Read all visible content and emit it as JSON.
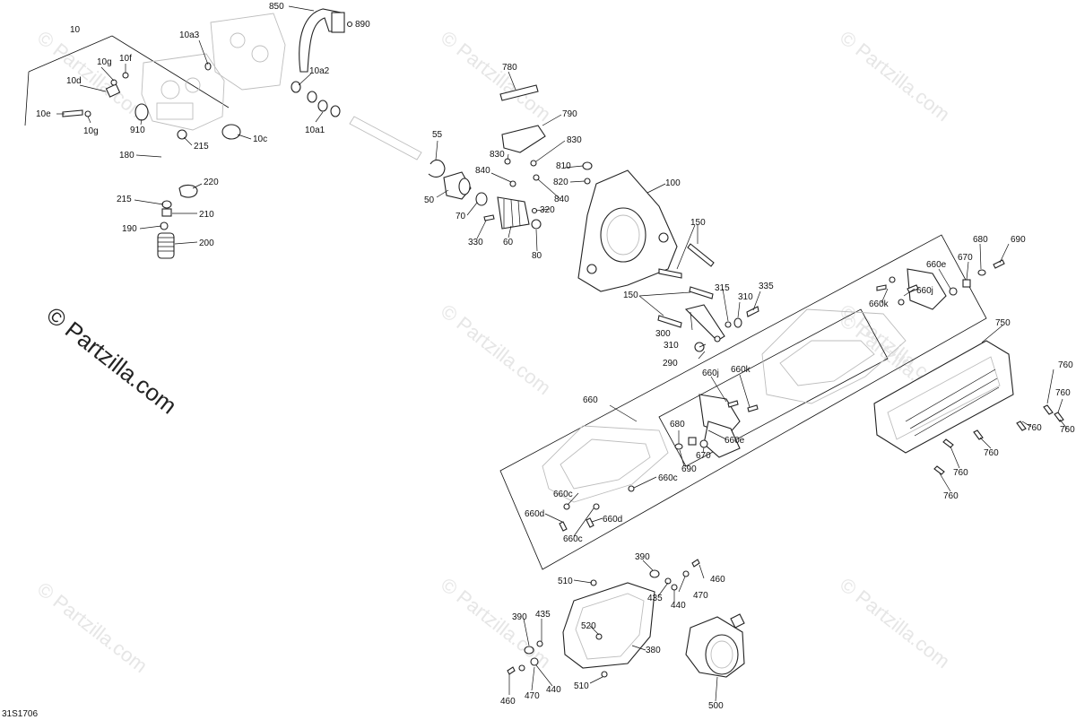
{
  "diagram": {
    "drawing_code": "31S1706",
    "watermarks": [
      "© Partzilla.com",
      "© Partzilla.com",
      "© Partzilla.com",
      "© Partzilla.com",
      "© Partzilla.com",
      "© Partzilla.com",
      "© Partzilla.com",
      "© Partzilla.com",
      "© Partzilla.com"
    ],
    "main_watermark": "© Partzilla.com",
    "callouts": [
      "850",
      "890",
      "10",
      "10a3",
      "10a2",
      "10g",
      "10f",
      "10d",
      "10e",
      "10g",
      "910",
      "10a1",
      "10c",
      "215",
      "180",
      "220",
      "215",
      "210",
      "190",
      "200",
      "780",
      "790",
      "830",
      "830",
      "55",
      "840",
      "810",
      "820",
      "840",
      "50",
      "320",
      "70",
      "330",
      "60",
      "80",
      "100",
      "150",
      "150",
      "315",
      "310",
      "335",
      "300",
      "310",
      "290",
      "680",
      "690",
      "670",
      "660e",
      "660j",
      "660k",
      "750",
      "660",
      "660j",
      "660k",
      "760",
      "760",
      "760",
      "760",
      "760",
      "760",
      "760",
      "680",
      "660e",
      "690",
      "670",
      "660c",
      "660c",
      "660d",
      "660d",
      "660c",
      "390",
      "460",
      "510",
      "435",
      "470",
      "440",
      "390",
      "435",
      "520",
      "380",
      "460",
      "470",
      "440",
      "510",
      "500"
    ]
  }
}
